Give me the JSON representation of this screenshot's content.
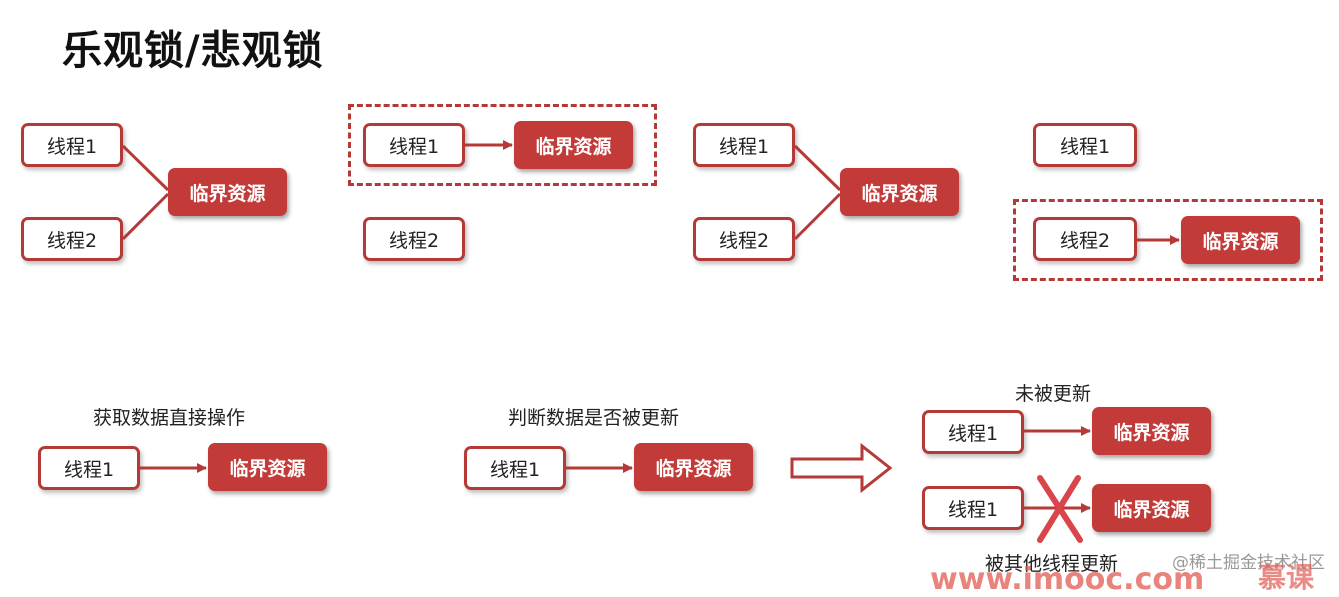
{
  "title": "乐观锁/悲观锁",
  "thread1": "线程1",
  "thread2": "线程2",
  "resource": "临界资源",
  "captions": {
    "direct": "获取数据直接操作",
    "check": "判断数据是否被更新",
    "not_updated": "未被更新",
    "updated_by_other": "被其他线程更新"
  },
  "watermark": {
    "community": "@稀土掘金技术社区",
    "site": "www.imooc.com",
    "brand": "慕课"
  },
  "colors": {
    "accent": "#c33b38",
    "border": "#b53a37"
  }
}
